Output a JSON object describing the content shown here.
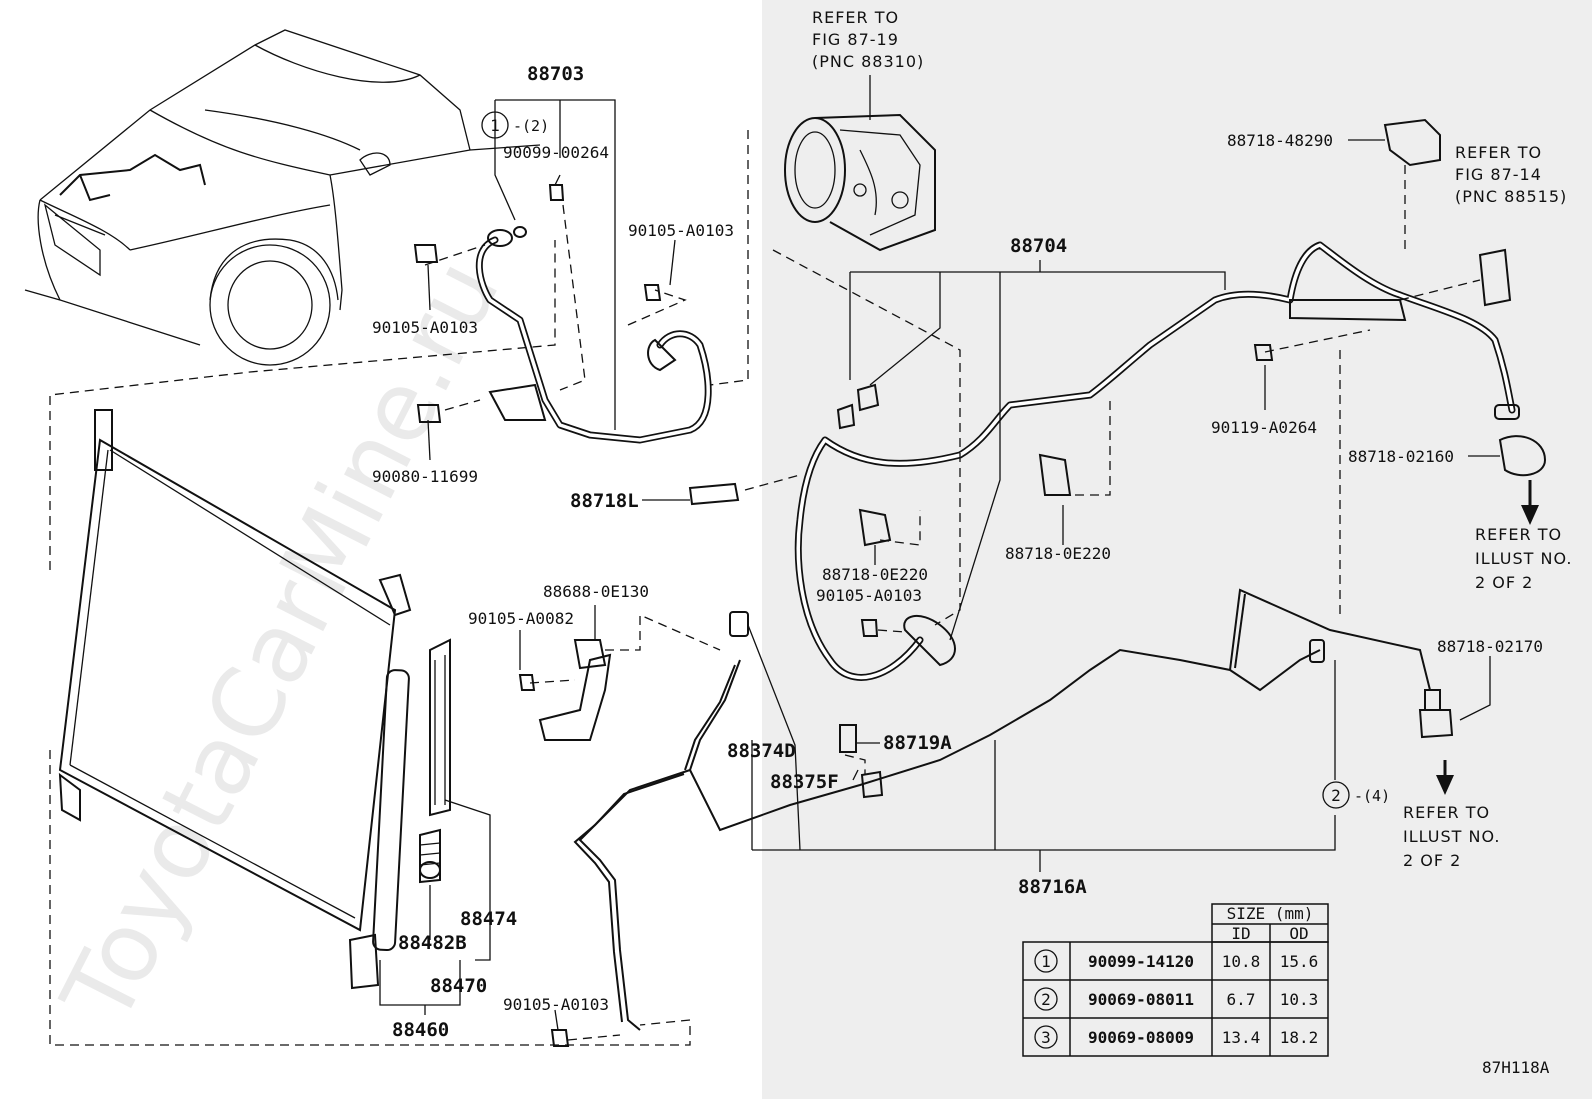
{
  "watermark": "ToyotaCarMine.ru",
  "figure_code": "87H118A",
  "colors": {
    "ink": "#111111",
    "right_panel": "#eeeeee",
    "watermark": "#d9d9d9"
  },
  "refs": {
    "compressor": [
      "REFER TO",
      "FIG 87-19",
      "(PNC 88310)"
    ],
    "fig8714": [
      "REFER TO",
      "FIG 87-14",
      "(PNC 88515)"
    ],
    "illust_upper": [
      "REFER TO",
      "ILLUST NO.",
      "2 OF 2"
    ],
    "illust_lower": [
      "REFER TO",
      "ILLUST NO.",
      "2 OF 2"
    ]
  },
  "callouts": {
    "c1": {
      "num": "1",
      "qty": "-(2)"
    },
    "c2": {
      "num": "2",
      "qty": "-(4)"
    }
  },
  "parts": {
    "p88703": "88703",
    "p90099_00264": "90099-00264",
    "p90105_A0103_a": "90105-A0103",
    "p90105_A0103_b": "90105-A0103",
    "p90080_11699": "90080-11699",
    "p88718L": "88718L",
    "p88704": "88704",
    "p88718_48290": "88718-48290",
    "p90119_A0264": "90119-A0264",
    "p88718_02160": "88718-02160",
    "p88718_0E220_a": "88718-0E220",
    "p90105_A0103_c": "90105-A0103",
    "p88718_0E220_b": "88718-0E220",
    "p88688_0E130": "88688-0E130",
    "p90105_A0082": "90105-A0082",
    "p88718_02170": "88718-02170",
    "p88374D": "88374D",
    "p88719A": "88719A",
    "p88375F": "88375F",
    "p88716A": "88716A",
    "p88474": "88474",
    "p88482B": "88482B",
    "p88470": "88470",
    "p88460": "88460",
    "p90105_A0103_d": "90105-A0103"
  },
  "size_table": {
    "header": "SIZE (mm)",
    "col_id": "ID",
    "col_od": "OD",
    "rows": [
      {
        "num": "1",
        "part": "90099-14120",
        "id": "10.8",
        "od": "15.6"
      },
      {
        "num": "2",
        "part": "90069-08011",
        "id": "6.7",
        "od": "10.3"
      },
      {
        "num": "3",
        "part": "90069-08009",
        "id": "13.4",
        "od": "18.2"
      }
    ]
  }
}
